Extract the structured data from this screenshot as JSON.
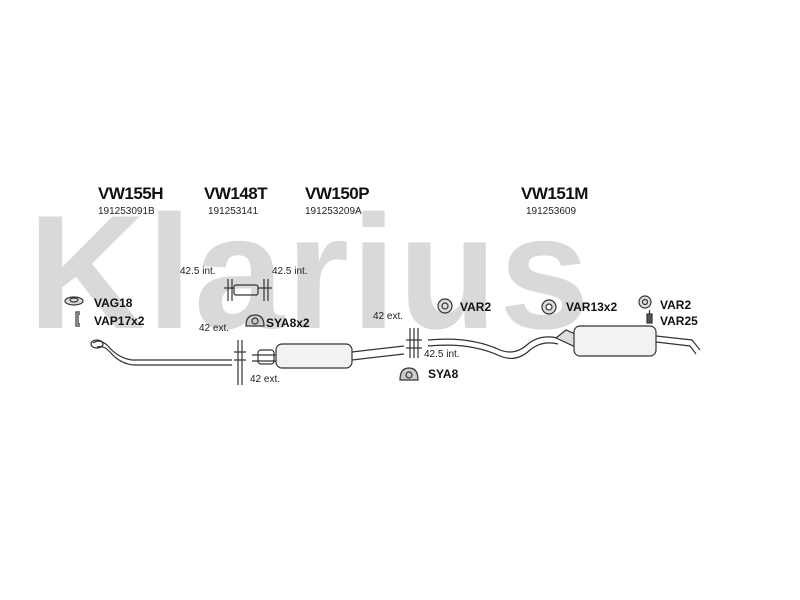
{
  "watermark": "Klarius",
  "groups": [
    {
      "code": "VW155H",
      "number": "191253091B"
    },
    {
      "code": "VW148T",
      "number": "191253141"
    },
    {
      "code": "VW150P",
      "number": "191253209A"
    },
    {
      "code": "VW151M",
      "number": "191253609"
    }
  ],
  "accessories": {
    "vag18": "VAG18",
    "vap17x2": "VAP17x2",
    "sya8x2": "SYA8x2",
    "sya8": "SYA8",
    "var2_mid": "VAR2",
    "var13x2": "VAR13x2",
    "var2_right": "VAR2",
    "var25": "VAR25"
  },
  "dimensions": {
    "int_a": "42.5 int.",
    "int_b": "42.5 int.",
    "ext_a": "42 ext.",
    "ext_b": "42 ext.",
    "ext_c": "42 ext.",
    "int_c": "42.5 int."
  }
}
